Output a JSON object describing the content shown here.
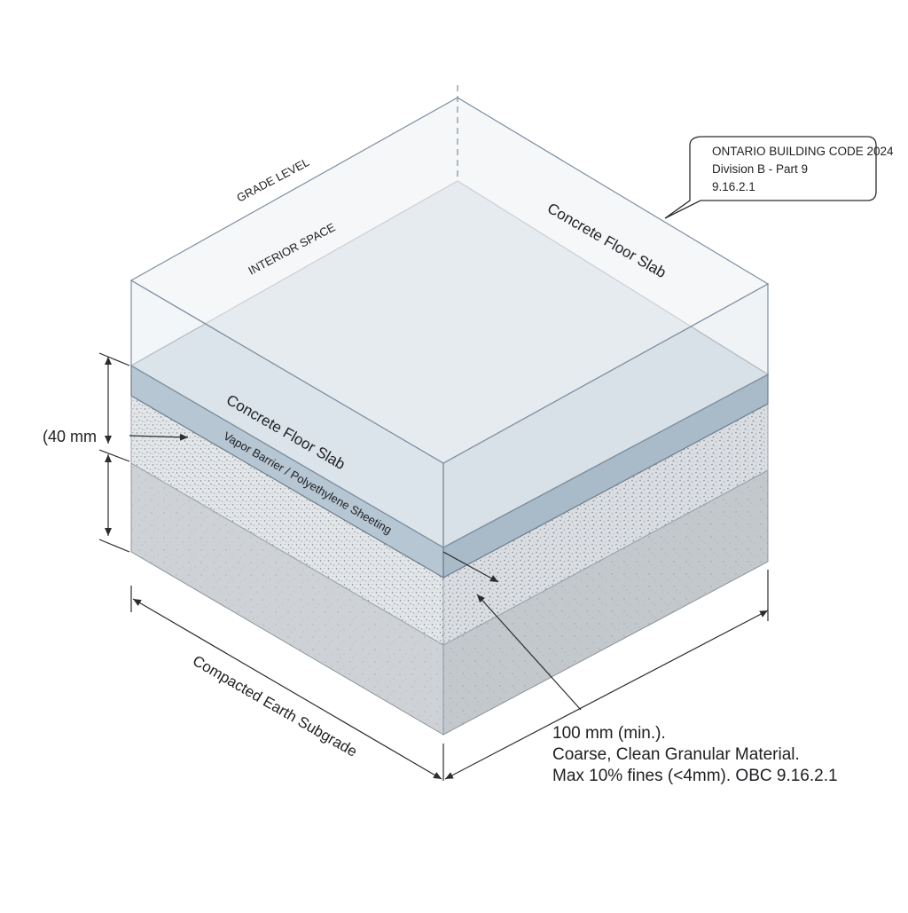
{
  "labels": {
    "grade_level": "GRADE LEVEL",
    "interior_space": "INTERIOR SPACE",
    "slab_top": "Concrete Floor Slab",
    "slab_front": "Concrete Floor Slab",
    "vapor_barrier": "Vapor Barrier / Polyethylene Sheeting",
    "subgrade": "Compacted Earth Subgrade"
  },
  "dimension": {
    "thickness": "(40 mm"
  },
  "callout": {
    "line1": "ONTARIO BUILDING CODE 2024",
    "line2": "Division B - Part 9",
    "line3": "9.16.2.1"
  },
  "note": {
    "line1": "100 mm (min.).",
    "line2": "Coarse, Clean Granular Material.",
    "line3": "Max 10% fines (<4mm). OBC 9.16.2.1"
  },
  "colors": {
    "slab_top": "#ccd9e2",
    "slab_edge": "#b2c3d0",
    "granular": "#e6e9ec",
    "subgrade": "#cdd1d5",
    "glass": "#eef2f6"
  }
}
